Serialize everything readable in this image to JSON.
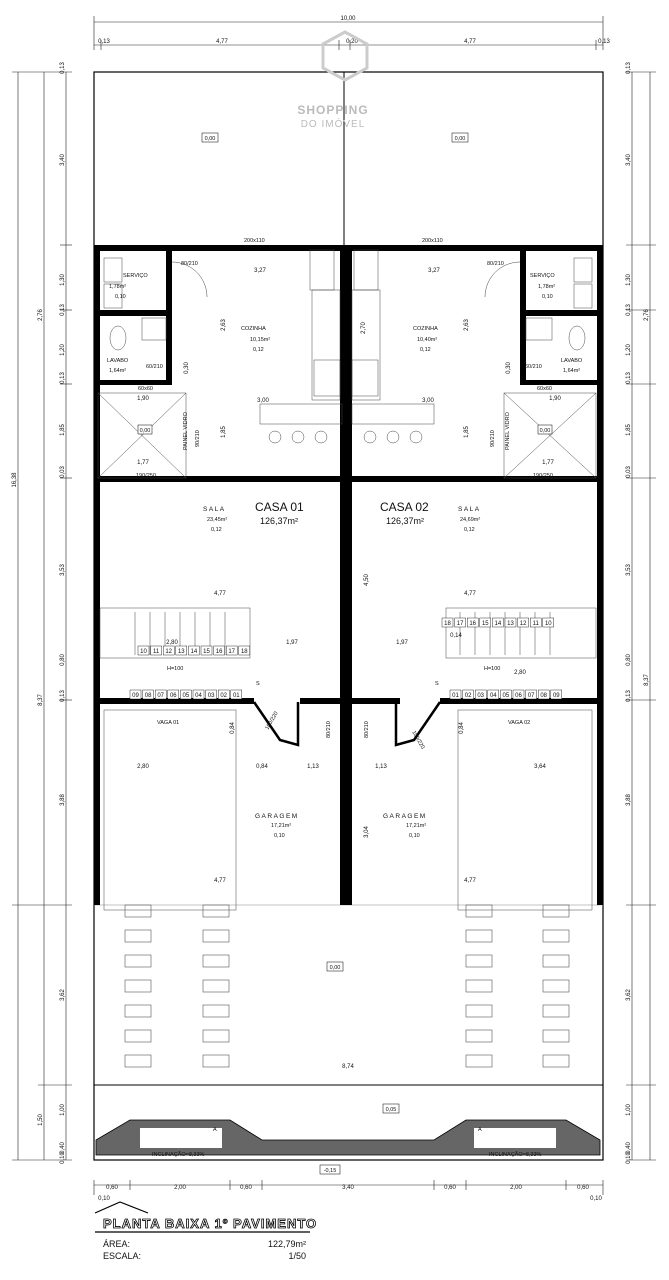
{
  "dims": {
    "total_width": "10,00",
    "top_row": [
      "0,13",
      "4,77",
      "0,20",
      "4,77",
      "0,13"
    ],
    "bottom_row": [
      "0,60",
      "2,00",
      "0,60",
      "3,40",
      "0,60",
      "2,00",
      "0,60"
    ],
    "bottom_edges": [
      "0,10",
      "0,10"
    ],
    "left_total": "16,38",
    "left_sub": [
      "2,76",
      "8,37",
      "1,50"
    ],
    "left_detail": [
      "0,13",
      "3,40",
      "1,30",
      "0,13",
      "1,20",
      "0,13",
      "1,85",
      "0,03",
      "3,53",
      "0,80",
      "0,13",
      "3,88",
      "3,62",
      "1,00",
      "0,40",
      "0,10"
    ],
    "right_total": "16,38",
    "right_sub": [
      "2,76",
      "8,37"
    ],
    "interior": {
      "w_327": "3,27",
      "w_190": "1,90",
      "w_177": "1,77",
      "w_300": "3,00",
      "w_477": "4,77",
      "w_197": "1,97",
      "w_280": "2,80",
      "w_084": "0,84",
      "w_113": "1,13",
      "w_364": "3,64",
      "w_874": "8,74",
      "h_263": "2,63",
      "h_185": "1,85",
      "h_450": "4,50",
      "h_304": "3,04",
      "h_014": "0,14",
      "h_030": "0,30",
      "h_270": "2,70"
    }
  },
  "rooms": {
    "servico": {
      "name": "SERVIÇO",
      "area": "1,78m²",
      "level": "0,10"
    },
    "lavabo": {
      "name": "LAVABO",
      "area": "1,64m²"
    },
    "cozinha_1": {
      "name": "COZINHA",
      "area": "10,15m²",
      "level": "0,12"
    },
    "cozinha_2": {
      "name": "COZINHA",
      "area": "10,40m²",
      "level": "0,12"
    },
    "sala_1": {
      "name": "SALA",
      "area": "23,45m²",
      "level": "0,12"
    },
    "sala_2": {
      "name": "SALA",
      "area": "24,69m²",
      "level": "0,12"
    },
    "garagem": {
      "name": "GARAGEM",
      "area": "17,21m²",
      "level": "0,10"
    },
    "vaga_1": "VAGA 01",
    "vaga_2": "VAGA 02",
    "casa_1": {
      "name": "CASA 01",
      "area": "126,37m²"
    },
    "casa_2": {
      "name": "CASA 02",
      "area": "126,37m²"
    }
  },
  "levels": {
    "quintal": "0,00",
    "patio": "0,00",
    "calcada": "0,05",
    "rua": "-0,15"
  },
  "openings": {
    "janela_cozinha": "200x110",
    "porta_servico": "80/210",
    "porta_lavabo": "60/210",
    "porta_sala": "60/210",
    "janela_60": "60x60",
    "porta_vidro": "90/210",
    "painel_vidro": "PAINEL VIDRO",
    "janela_190": "190/250",
    "porta_garagem": "100/220",
    "porta_entrada": "80/210"
  },
  "stairs": {
    "upper_1": [
      "10",
      "11",
      "12",
      "13",
      "14",
      "15",
      "16",
      "17",
      "18"
    ],
    "lower_1": [
      "09",
      "08",
      "07",
      "06",
      "05",
      "04",
      "03",
      "02",
      "01"
    ],
    "upper_2": [
      "18",
      "17",
      "16",
      "15",
      "14",
      "13",
      "12",
      "11",
      "10"
    ],
    "lower_2": [
      "01",
      "02",
      "03",
      "04",
      "05",
      "06",
      "07",
      "08",
      "09"
    ],
    "h_label": "H=100",
    "s_label": "S"
  },
  "ramps": {
    "label": "INCLINAÇÃO=8,33%",
    "marker": "A"
  },
  "watermark": {
    "line1": "SHOPPING",
    "line2": "DO IMÓVEL"
  },
  "title_block": {
    "title": "PLANTA BAIXA 1º PAVIMENTO",
    "area_label": "ÁREA:",
    "area_value": "122,79m²",
    "scale_label": "ESCALA:",
    "scale_value": "1/50"
  }
}
